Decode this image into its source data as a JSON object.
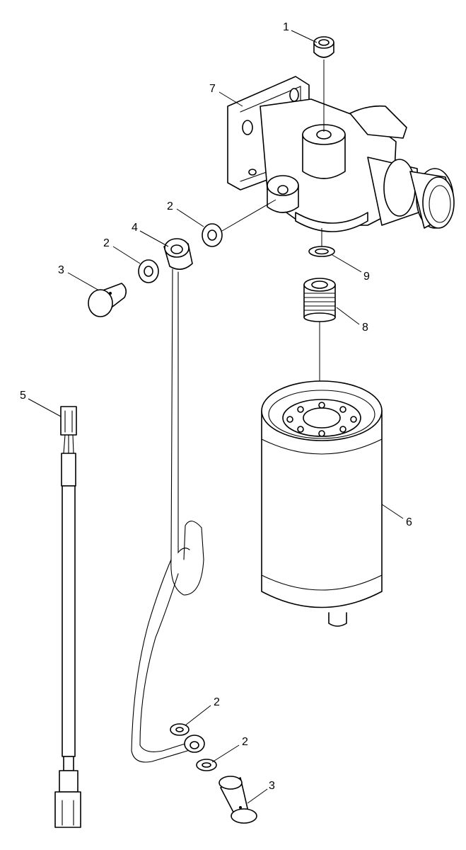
{
  "callouts": {
    "c1": "1",
    "c7": "7",
    "c2a": "2",
    "c4": "4",
    "c2b": "2",
    "c3a": "3",
    "c9": "9",
    "c8": "8",
    "c5": "5",
    "c6": "6",
    "c2c": "2",
    "c2d": "2",
    "c3b": "3"
  },
  "colors": {
    "line": "#000000",
    "fill": "#ffffff"
  }
}
